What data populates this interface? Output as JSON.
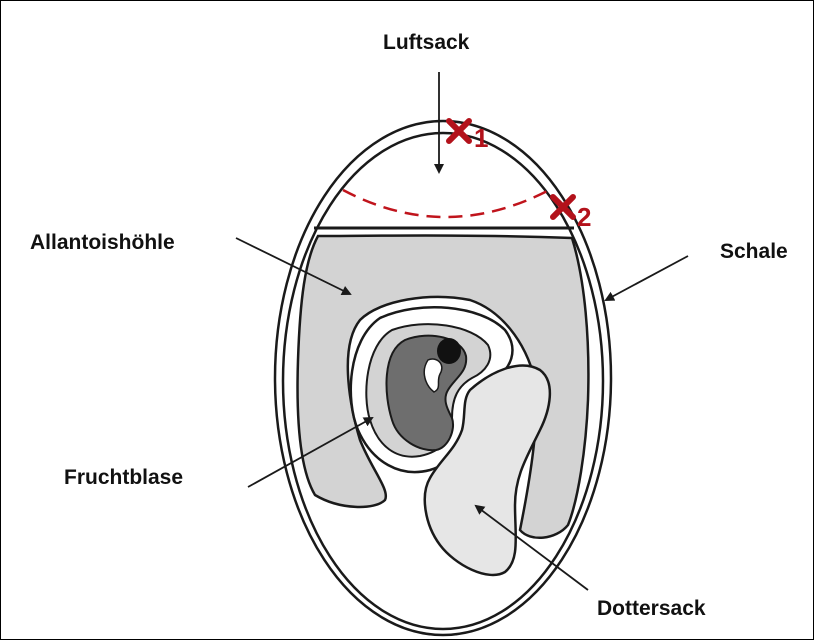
{
  "labels": {
    "air_sack": "Luftsack",
    "allantois": "Allantoishöhle",
    "shell": "Schale",
    "amnion": "Fruchtblase",
    "yolk_sac": "Dottersack"
  },
  "markers": [
    {
      "number": "1"
    },
    {
      "number": "2"
    }
  ],
  "colors": {
    "marker": "#b3121b",
    "dashed_line": "#c0141c",
    "cavity_fill": "#d3d3d3",
    "embryo_fill": "#6e6e6e",
    "outline": "#1a1a1a"
  }
}
